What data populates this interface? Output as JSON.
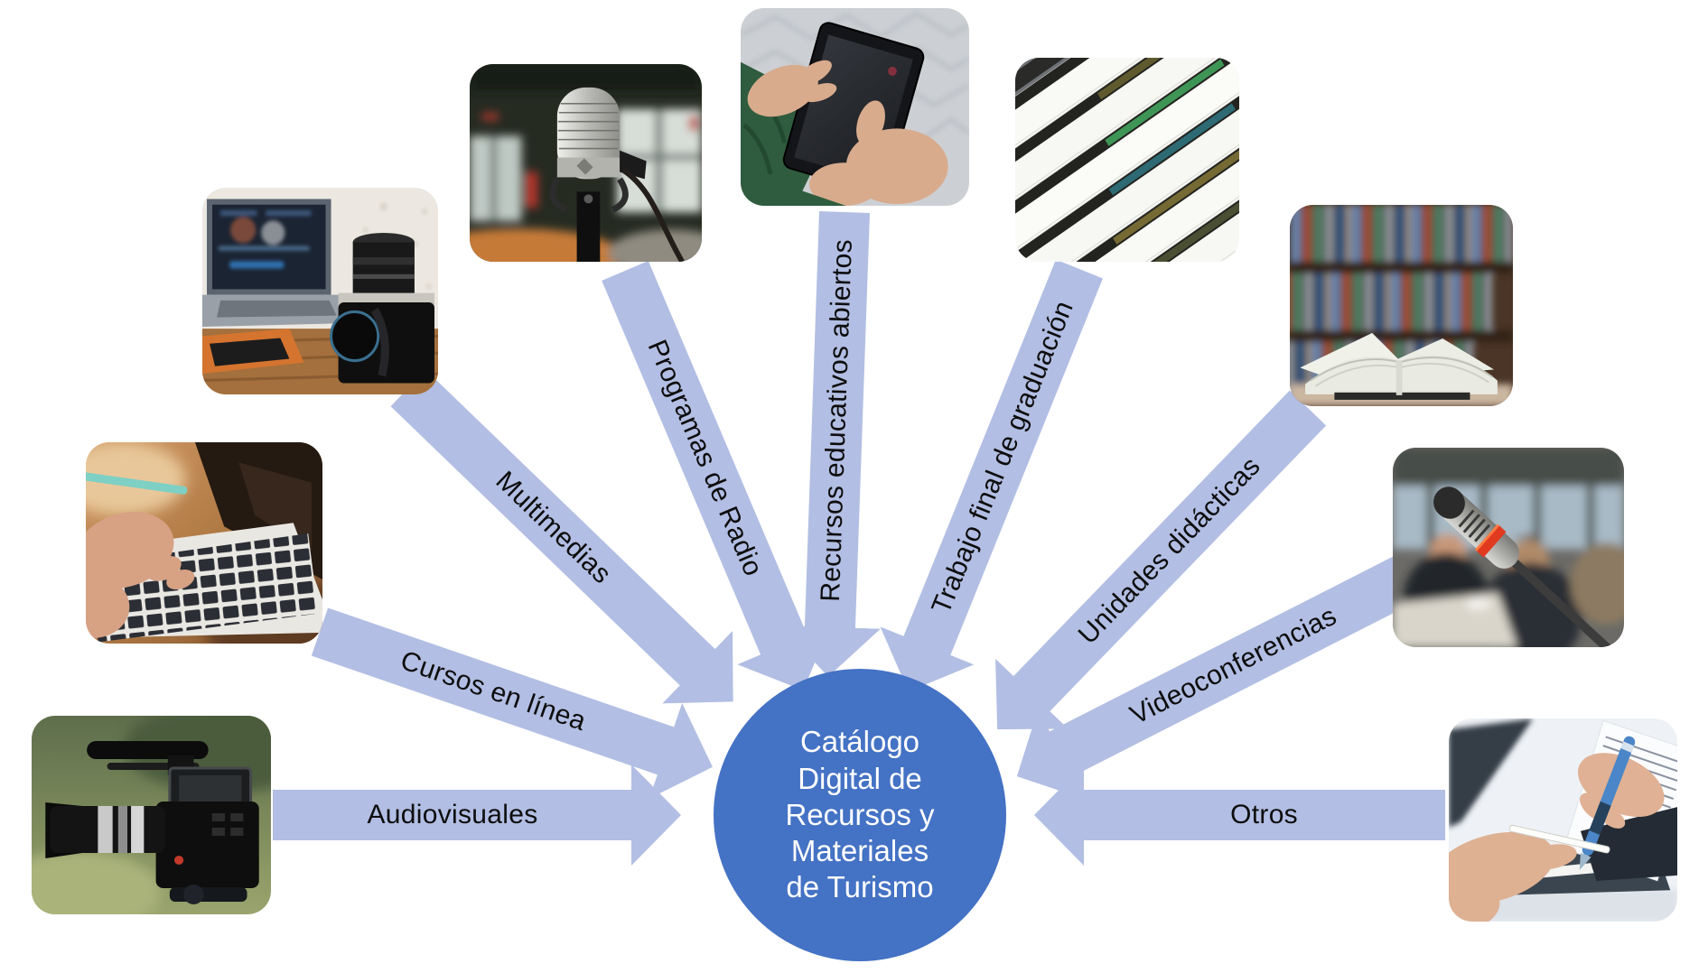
{
  "diagram": {
    "center": {
      "label": "Catálogo Digital de Recursos y Materiales de Turismo",
      "lines": [
        "Catálogo",
        "Digital de",
        "Recursos y",
        "Materiales",
        "de Turismo"
      ],
      "fill_color": "#4472c4",
      "text_color": "#ffffff"
    },
    "arrow_color": "#b2bee3",
    "label_color": "#0d0d0d",
    "background_color": "#ffffff",
    "categories": [
      {
        "label": "Audiovisuales",
        "image_subject": "professional video camera with shotgun microphone"
      },
      {
        "label": "Cursos en línea",
        "image_subject": "hands typing on laptop keyboard"
      },
      {
        "label": "Multimedias",
        "image_subject": "laptop and photo camera on wooden desk"
      },
      {
        "label": "Programas de Radio",
        "image_subject": "studio condenser microphone in radio booth"
      },
      {
        "label": "Recursos educativos abiertos",
        "image_subject": "hands holding tablet"
      },
      {
        "label": "Trabajo final de graduación",
        "image_subject": "fanned stack of hardcover notebooks"
      },
      {
        "label": "Unidades didácticas",
        "image_subject": "open book in front of library shelves"
      },
      {
        "label": "Videoconferencias",
        "image_subject": "conference gooseneck microphone in meeting room"
      },
      {
        "label": "Otros",
        "image_subject": "hands with pen over documents"
      }
    ]
  }
}
